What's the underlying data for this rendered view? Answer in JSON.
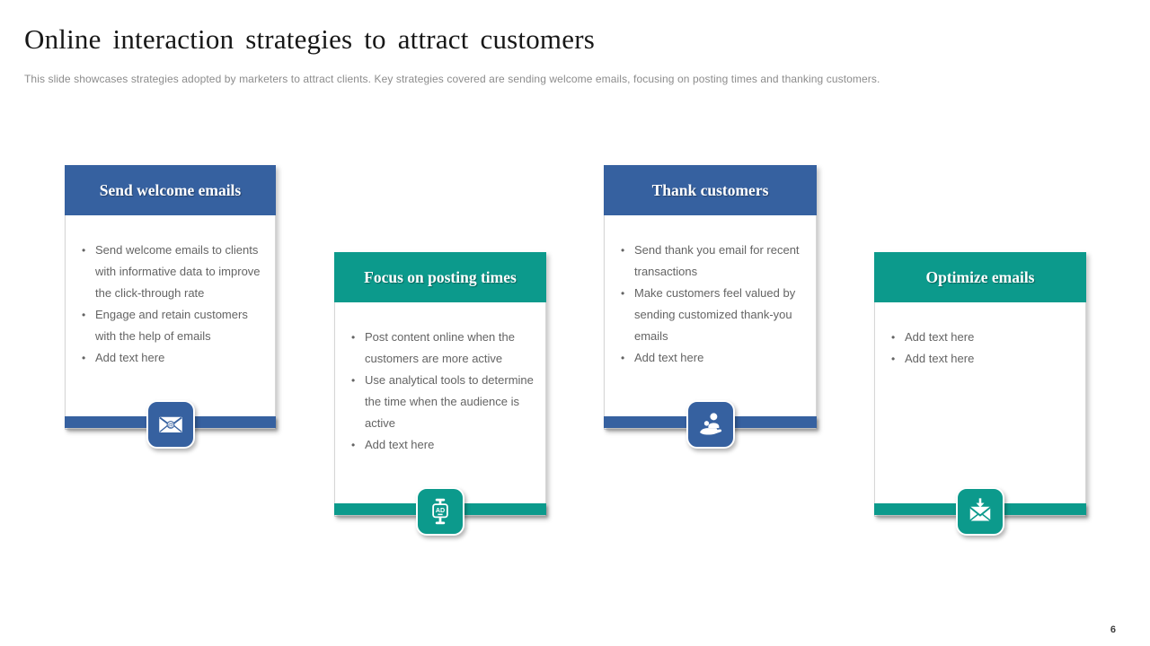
{
  "slide": {
    "title": "Online interaction strategies to attract customers",
    "subtitle": "This slide showcases strategies adopted by marketers to attract clients. Key  strategies covered are sending welcome emails, focusing on posting times and thanking customers.",
    "page_number": "6"
  },
  "colors": {
    "blue_accent": "#3661A0",
    "teal_accent": "#0C9A8C",
    "body_text": "#646464",
    "title_text": "#171717",
    "subtitle_text": "#8C8C8C"
  },
  "cards": [
    {
      "title": "Send welcome emails",
      "accent": "blue",
      "icon": "email-at-icon",
      "bullets": [
        "Send welcome  emails to clients with informative  data to improve  the click-through  rate",
        "Engage  and retain  customers with the help  of emails",
        "Add text here"
      ]
    },
    {
      "title": "Focus on posting times",
      "accent": "teal",
      "icon": "ad-sign-icon",
      "bullets": [
        "Post content online  when the customers  are  more  active",
        "Use analytical tools to determine  the time when  the audience  is active",
        "Add text here"
      ]
    },
    {
      "title": "Thank customers",
      "accent": "blue",
      "icon": "hand-person-icon",
      "bullets": [
        "Send thank you email  for recent transactions",
        "Make customers  feel valued by sending  customized thank-you  emails",
        "Add text here"
      ]
    },
    {
      "title": "Optimize emails",
      "accent": "teal",
      "icon": "email-download-icon",
      "bullets": [
        "Add text here",
        "Add text here"
      ]
    }
  ]
}
